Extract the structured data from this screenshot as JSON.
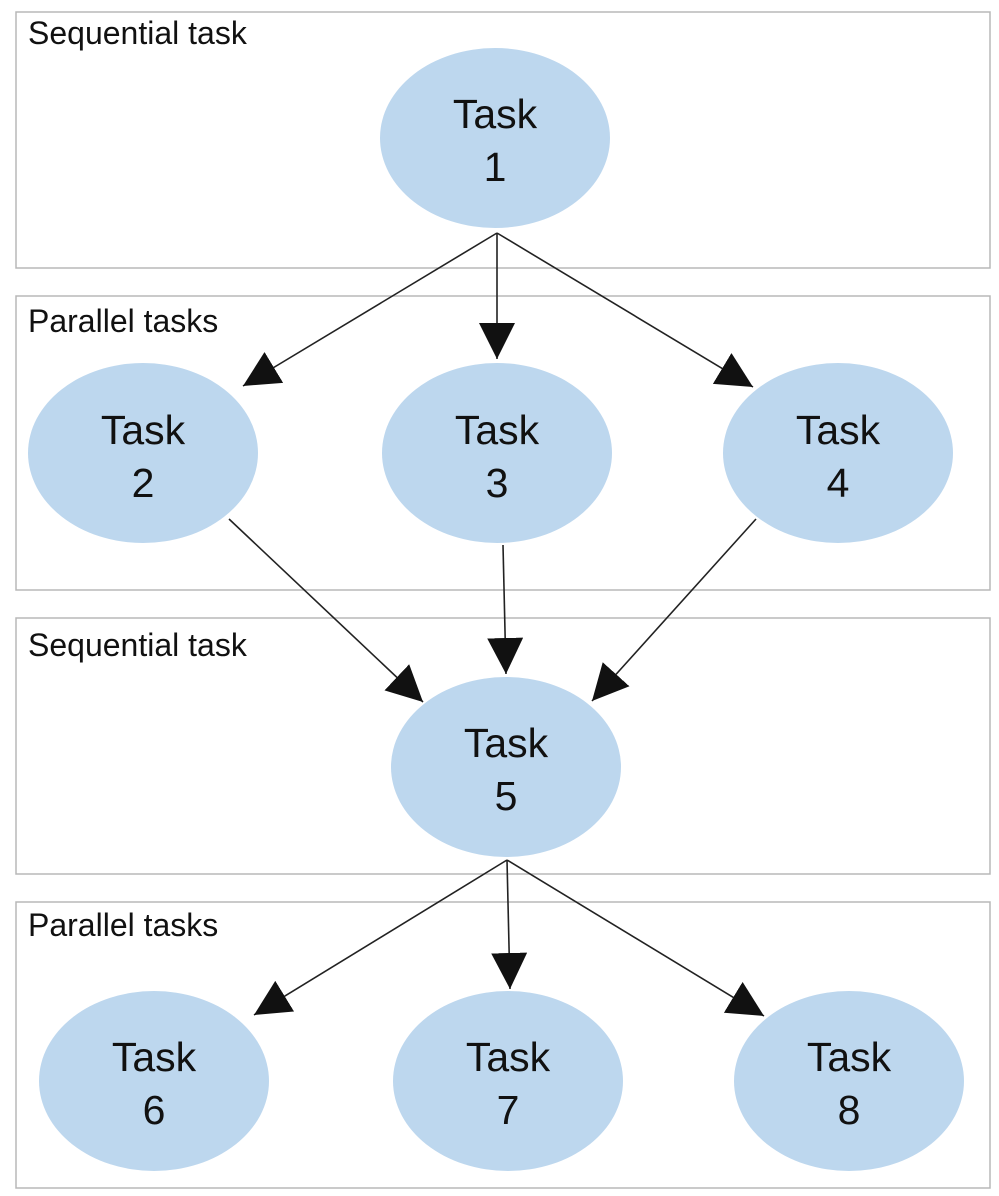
{
  "colors": {
    "node_fill": "#bdd7ee",
    "panel_border": "#b8b8b8",
    "edge": "#222222",
    "text": "#111111"
  },
  "panels": [
    {
      "id": "p1",
      "label": "Sequential task"
    },
    {
      "id": "p2",
      "label": "Parallel tasks"
    },
    {
      "id": "p3",
      "label": "Sequential task"
    },
    {
      "id": "p4",
      "label": "Parallel tasks"
    }
  ],
  "nodes": [
    {
      "id": "t1",
      "line1": "Task",
      "line2": "1"
    },
    {
      "id": "t2",
      "line1": "Task",
      "line2": "2"
    },
    {
      "id": "t3",
      "line1": "Task",
      "line2": "3"
    },
    {
      "id": "t4",
      "line1": "Task",
      "line2": "4"
    },
    {
      "id": "t5",
      "line1": "Task",
      "line2": "5"
    },
    {
      "id": "t6",
      "line1": "Task",
      "line2": "6"
    },
    {
      "id": "t7",
      "line1": "Task",
      "line2": "7"
    },
    {
      "id": "t8",
      "line1": "Task",
      "line2": "8"
    }
  ],
  "edges": [
    {
      "from": "t1",
      "to": "t2"
    },
    {
      "from": "t1",
      "to": "t3"
    },
    {
      "from": "t1",
      "to": "t4"
    },
    {
      "from": "t2",
      "to": "t5"
    },
    {
      "from": "t3",
      "to": "t5"
    },
    {
      "from": "t4",
      "to": "t5"
    },
    {
      "from": "t5",
      "to": "t6"
    },
    {
      "from": "t5",
      "to": "t7"
    },
    {
      "from": "t5",
      "to": "t8"
    }
  ]
}
